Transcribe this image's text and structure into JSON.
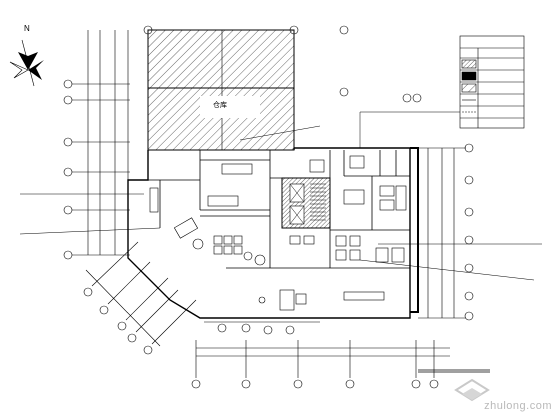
{
  "watermark": {
    "text": "zhulong.com"
  },
  "compass": {
    "letter": "N"
  },
  "rooms": {
    "warehouse_label": "仓库"
  },
  "colors": {
    "line": "#000000",
    "hatch": "#000000",
    "watermark": "#b9b9b9"
  }
}
